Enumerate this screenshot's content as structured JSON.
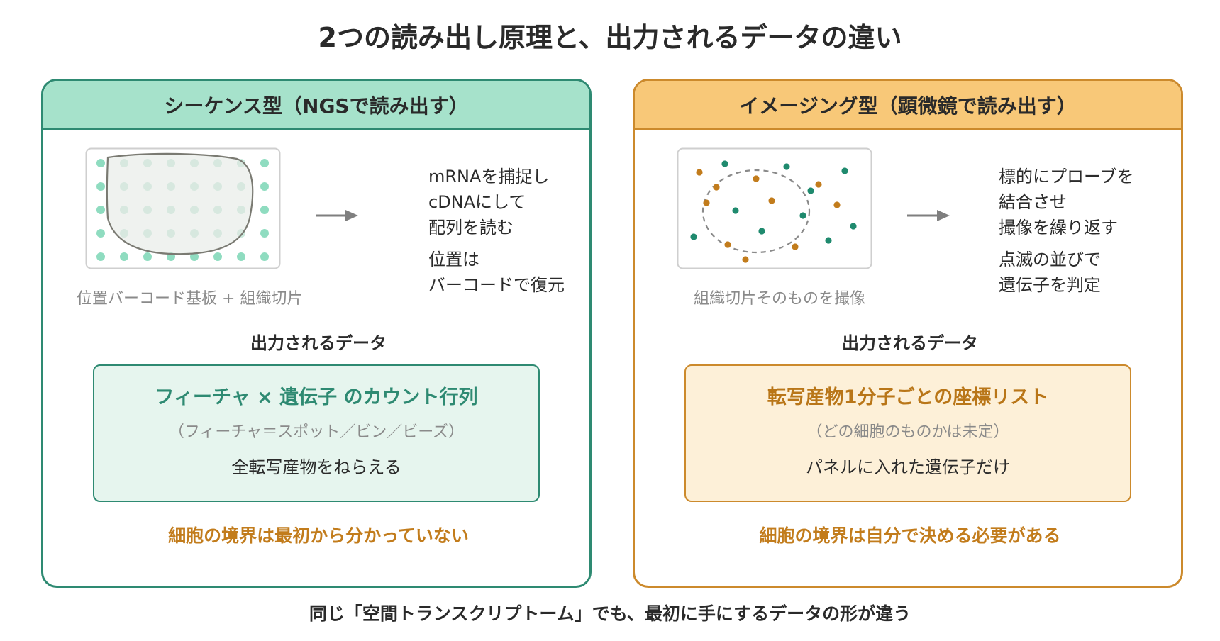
{
  "title": "2つの読み出し原理と、出力されるデータの違い",
  "colors": {
    "green": "#2e8a72",
    "green_light": "#a6e2cb",
    "orange": "#cc8a2c",
    "orange_light": "#f8c878",
    "emphasis": "#c27c1c"
  },
  "left_panel": {
    "header": "シーケンス型（NGSで読み出す）",
    "figure_caption": "位置バーコード基板 + 組織切片",
    "desc1": [
      "mRNAを捕捉し",
      "cDNAにして",
      "配列を読む"
    ],
    "desc2": [
      "位置は",
      "バーコードで復元"
    ],
    "output_title": "出力されるデータ",
    "output_main": "フィーチャ × 遺伝子 のカウント行列",
    "output_sub": "（フィーチャ＝スポット／ビン／ビーズ）",
    "output_note": "全転写産物をねらえる",
    "boundary_note": "細胞の境界は最初から分かっていない"
  },
  "right_panel": {
    "header": "イメージング型（顕微鏡で読み出す）",
    "figure_caption": "組織切片そのものを撮像",
    "desc1": [
      "標的にプローブを",
      "結合させ",
      "撮像を繰り返す"
    ],
    "desc2": [
      "点滅の並びで",
      "遺伝子を判定"
    ],
    "output_title": "出力されるデータ",
    "output_main": "転写産物1分子ごとの座標リスト",
    "output_sub": "（どの細胞のものかは未定）",
    "output_note": "パネルに入れた遺伝子だけ",
    "boundary_note": "細胞の境界は自分で決める必要がある"
  },
  "footer": "同じ「空間トランスクリプトーム」でも、最初に手にするデータの形が違う"
}
